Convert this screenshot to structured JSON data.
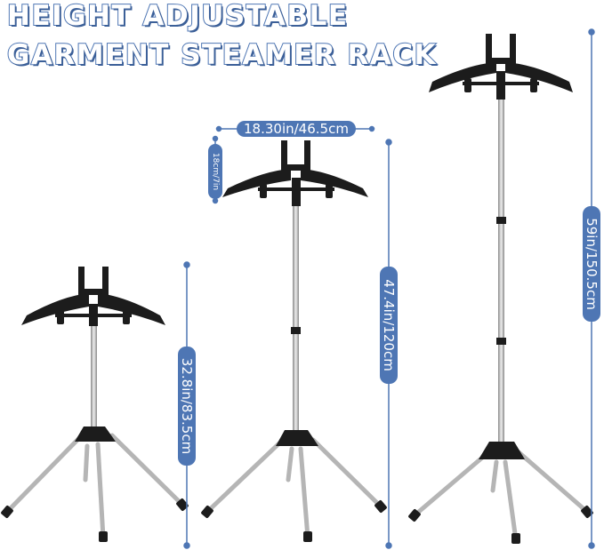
{
  "title": {
    "line1": "HEIGHT ADJUSTABLE",
    "line2": "GARMENT STEAMER RACK"
  },
  "dimensions": {
    "hanger_width": "18.30in/46.5cm",
    "hanger_height": "18cm/7in",
    "height_min": "32.8in/83.5cm",
    "height_mid": "47.4in/120cm",
    "height_max": "59in/150.5cm"
  },
  "colors": {
    "accent": "#4e76b4",
    "pole": "#c0c0c0",
    "plastic": "#1c1c1c"
  }
}
